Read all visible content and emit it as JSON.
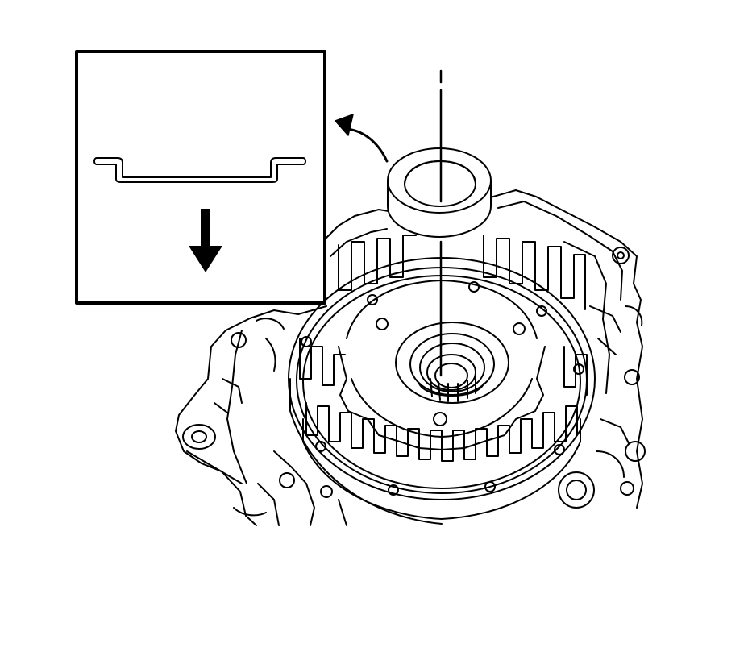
{
  "figure": {
    "kind": "technical-line-illustration",
    "subject": "transmission-clutch-housing-bearing-removal",
    "ink_color": "#000000",
    "paper_color": "#ffffff",
    "callouts": [
      {
        "icon": "curved-arrow-icon",
        "points_to": "inset-detail-box"
      },
      {
        "icon": "down-arrow-icon",
        "location": "inset-detail-box"
      }
    ]
  }
}
